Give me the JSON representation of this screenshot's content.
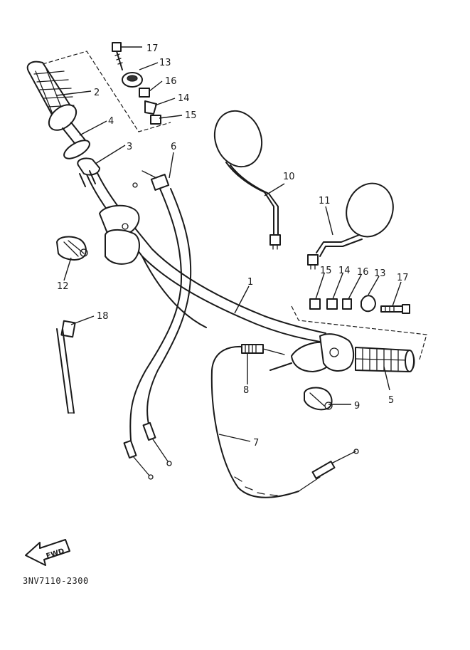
{
  "diagram_code": "3NV7110-2300",
  "fwd_label": "FWD",
  "callouts": {
    "c1": "1",
    "c2": "2",
    "c3": "3",
    "c4": "4",
    "c5": "5",
    "c6": "6",
    "c7": "7",
    "c8": "8",
    "c9": "9",
    "c10": "10",
    "c11": "11",
    "c12": "12",
    "c13a": "13",
    "c14a": "14",
    "c15a": "15",
    "c16a": "16",
    "c17a": "17",
    "c13b": "13",
    "c14b": "14",
    "c15b": "15",
    "c16b": "16",
    "c17b": "17",
    "c18": "18"
  }
}
